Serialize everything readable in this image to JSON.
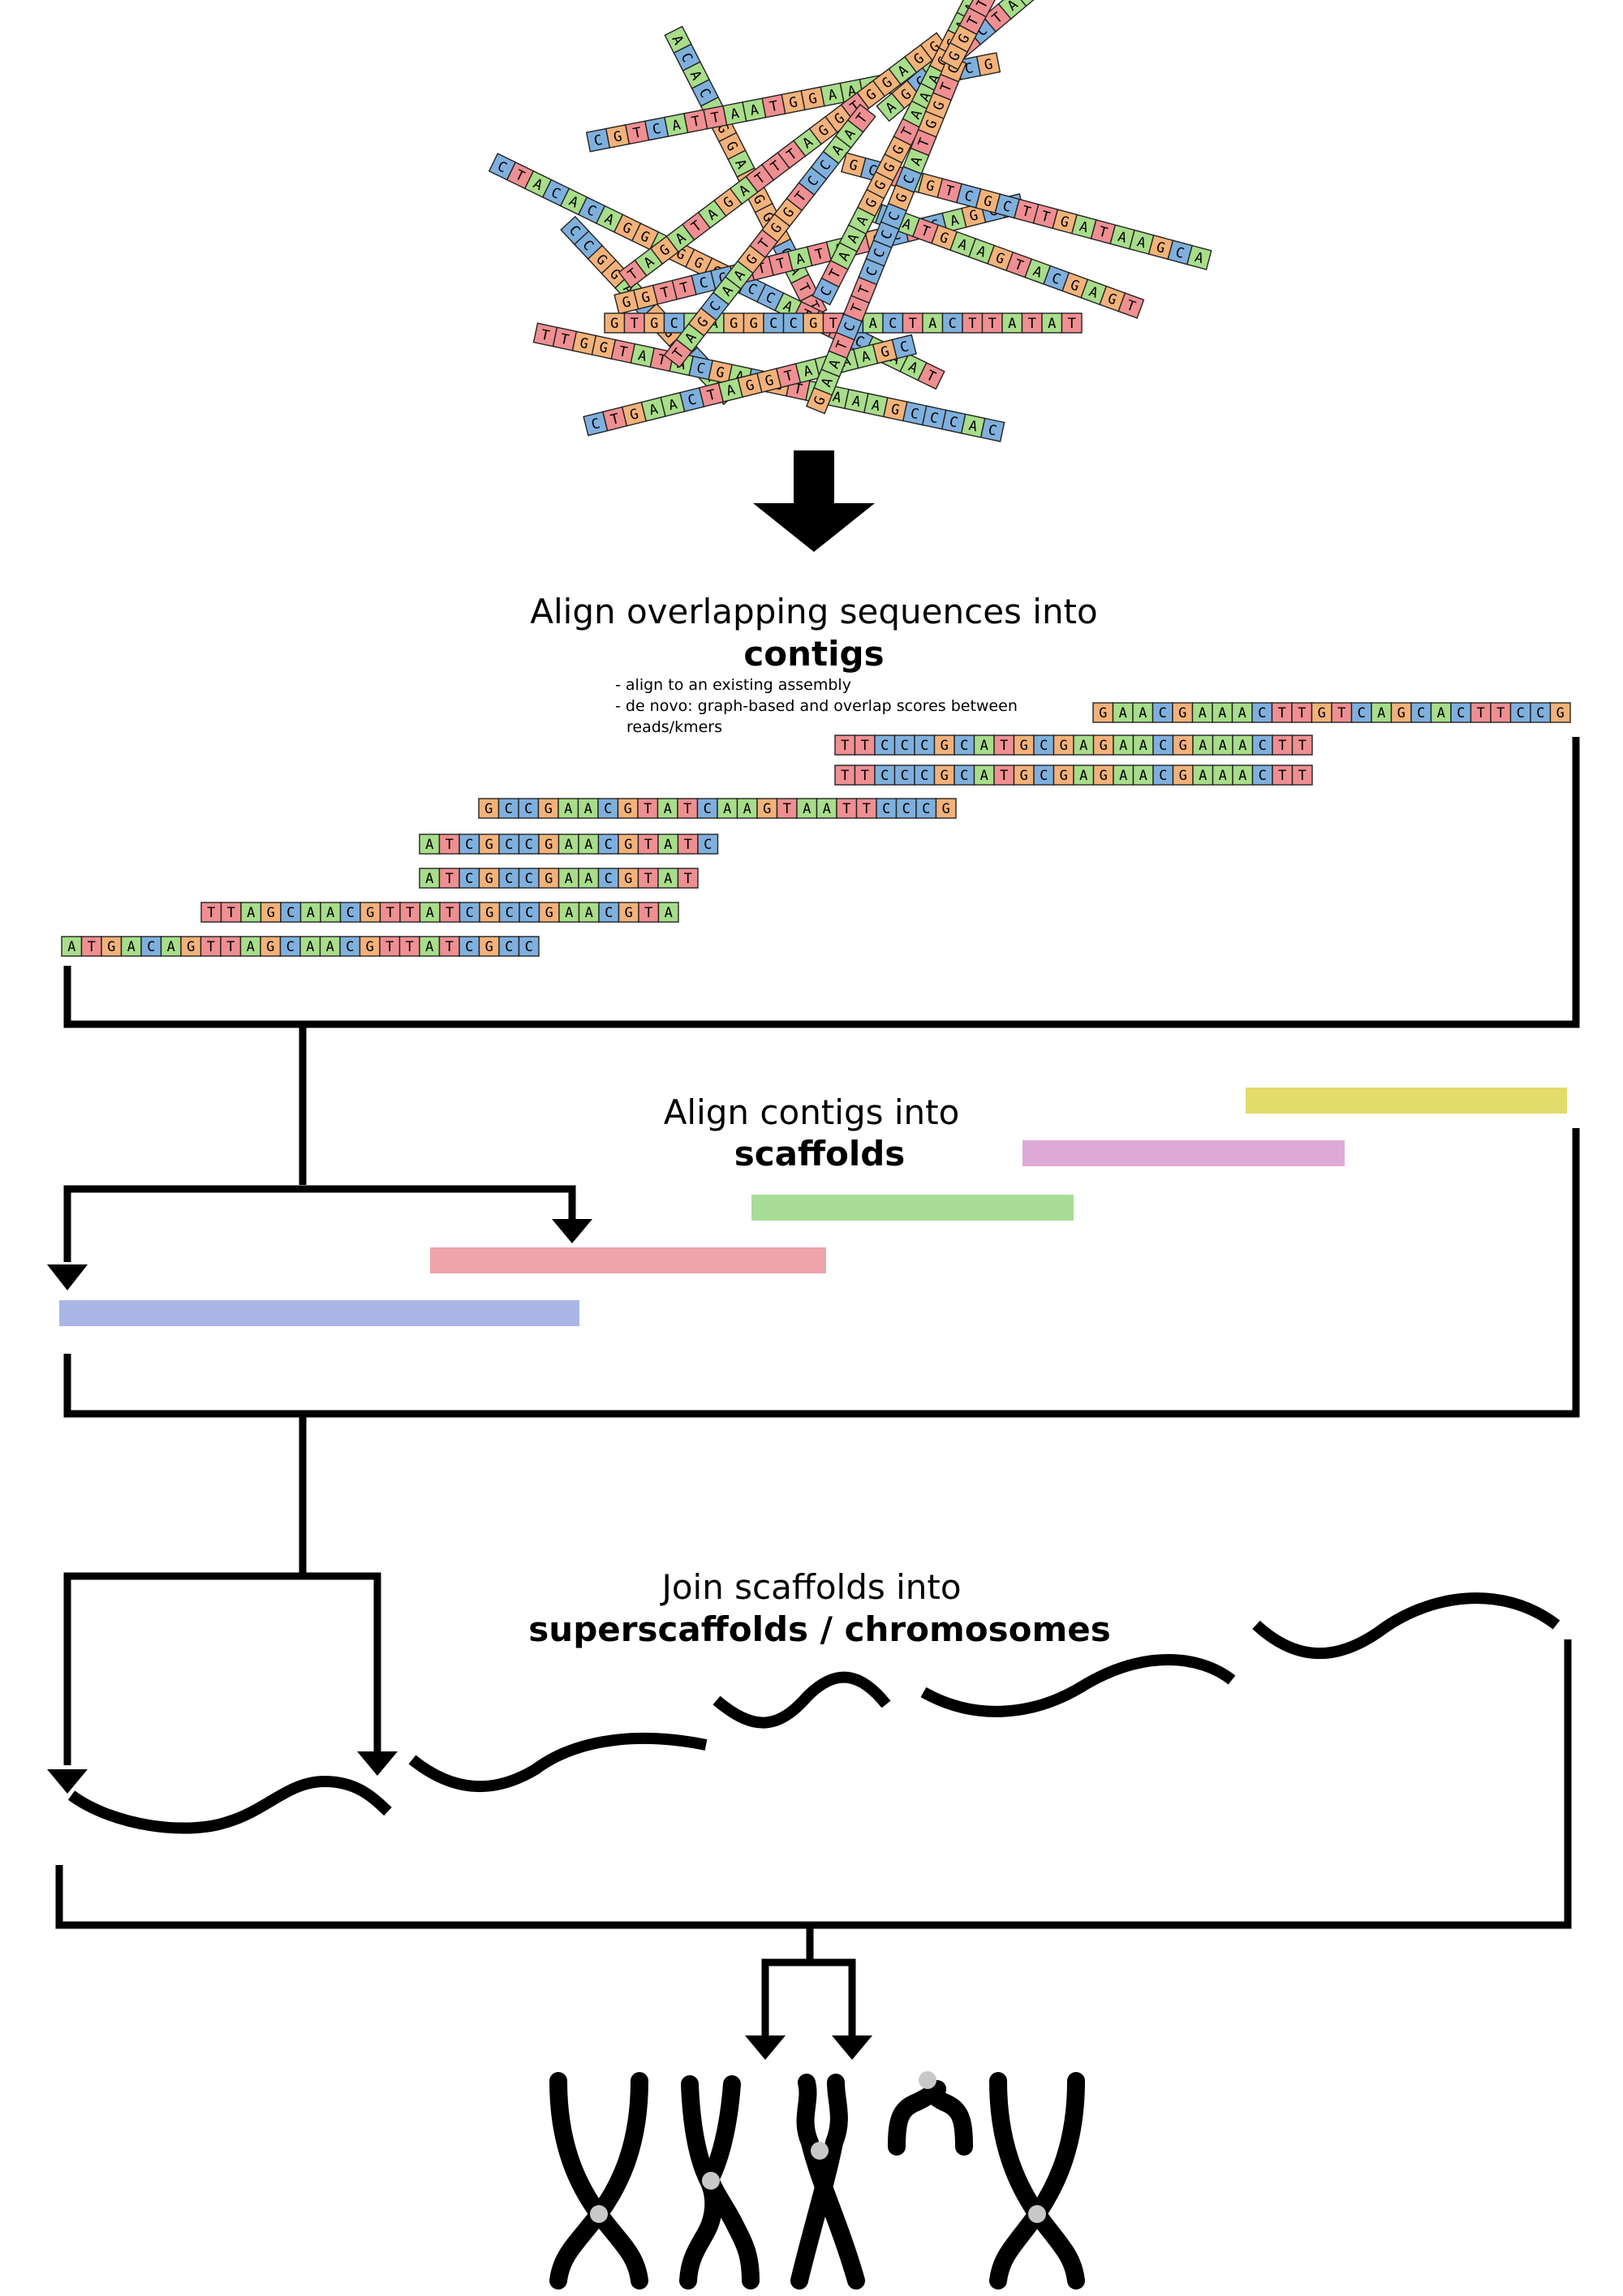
{
  "colors": {
    "A": "#a8dd8a",
    "C": "#7fb0dd",
    "G": "#f3b27a",
    "T": "#ef8f92",
    "contig_blue": "#aab6e6",
    "contig_pink": "#eea4ad",
    "contig_green": "#a8dc96",
    "contig_violet": "#ddaad8",
    "contig_yellow": "#e3db6b",
    "centromere": "#c8c8c8"
  },
  "stage1": {
    "title_line1": "Align overlapping sequences into",
    "title_bold": "contigs",
    "note_line1": "- align to an existing assembly",
    "note_line2": "- de novo: graph-based and overlap scores between",
    "note_line3": "reads/kmers"
  },
  "stage2": {
    "title_line1": "Align contigs into",
    "title_bold": "scaffolds"
  },
  "stage3": {
    "title_line1": "Join scaffolds into",
    "title_bold": "superscaffolds / chromosomes"
  },
  "random_reads": [
    "ACACAGGAGGGGCATT",
    "CGTCATTAATGGAAAACTCCG",
    "AGCACTCTAACTGAA",
    "CTACACAGGAGGGGCCATTTCAAAT",
    "CCGGACGGACAT",
    "TAGATAGATTTAGGTGGAGG",
    "GGTTCCTTTATATGCTCAGCC",
    "GTGCAAGGCCGTCACTACTTATAT",
    "TTGGTATACGACGTAAAAGCCCAC",
    "CTGAACTAGGTAAAAGC",
    "TAGCAAGTGGTCCAAT",
    "GCTAGTCGCTTGATAAGCA",
    "ACATGAAGTACGAGT",
    "CTAAAGGGGTAAAGGAAAGT",
    "GAATCTTCCCCGCATGGTG",
    "GGTTCCTTTATATGC"
  ],
  "aligned_reads": [
    "GAACGAAACTTGTCAGCACTTCCG",
    "TTCCCGCATGCGAGAACGAAACTT",
    "TTCCCGCATGCGAGAACGAAACTT",
    "GCCGAACGTATCAAGTAATTCCCG",
    "ATCGCCGAACGTATC",
    "ATCGCCGAACGTAT",
    "TTAGCAACGTTATCGCCGAACGTA",
    "ATGACAGTTAGCAACGTTATCGCC"
  ]
}
